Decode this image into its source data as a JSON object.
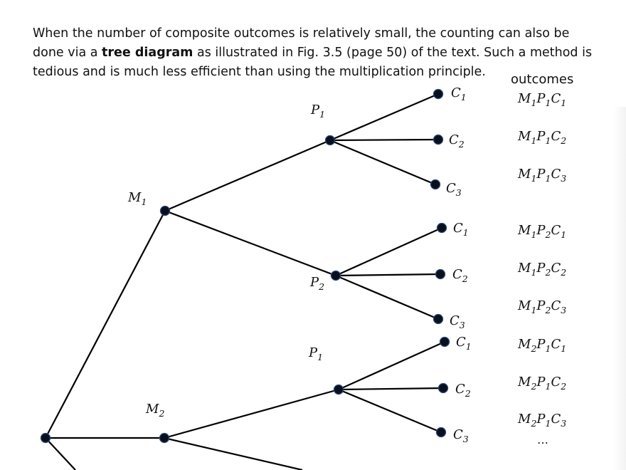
{
  "intro": {
    "pre": "When the number of composite outcomes is relatively small, the counting can also be done via a ",
    "bold": "tree diagram",
    "post": " as illustrated in Fig. 3.5 (page 50) of the text. Such a method is tedious and is much less efficient than using the multiplication principle."
  },
  "outcomes_heading": "outcomes",
  "ellipsis": "…",
  "tree": {
    "labels": [
      {
        "key": "M1",
        "base": "M",
        "sub": "1"
      },
      {
        "key": "M2",
        "base": "M",
        "sub": "2"
      },
      {
        "key": "M1P1",
        "base": "P",
        "sub": "1"
      },
      {
        "key": "M1P2",
        "base": "P",
        "sub": "2"
      },
      {
        "key": "M2P1",
        "base": "P",
        "sub": "1"
      },
      {
        "key": "M1P1C1",
        "base": "C",
        "sub": "1"
      },
      {
        "key": "M1P1C2",
        "base": "C",
        "sub": "2"
      },
      {
        "key": "M1P1C3",
        "base": "C",
        "sub": "3"
      },
      {
        "key": "M1P2C1",
        "base": "C",
        "sub": "1"
      },
      {
        "key": "M1P2C2",
        "base": "C",
        "sub": "2"
      },
      {
        "key": "M1P2C3",
        "base": "C",
        "sub": "3"
      },
      {
        "key": "M2P1C1",
        "base": "C",
        "sub": "1"
      },
      {
        "key": "M2P1C2",
        "base": "C",
        "sub": "2"
      },
      {
        "key": "M2P1C3",
        "base": "C",
        "sub": "3"
      }
    ]
  },
  "outcomes": [
    [
      [
        "M",
        "1"
      ],
      [
        "P",
        "1"
      ],
      [
        "C",
        "1"
      ]
    ],
    [
      [
        "M",
        "1"
      ],
      [
        "P",
        "1"
      ],
      [
        "C",
        "2"
      ]
    ],
    [
      [
        "M",
        "1"
      ],
      [
        "P",
        "1"
      ],
      [
        "C",
        "3"
      ]
    ],
    [
      [
        "M",
        "1"
      ],
      [
        "P",
        "2"
      ],
      [
        "C",
        "1"
      ]
    ],
    [
      [
        "M",
        "1"
      ],
      [
        "P",
        "2"
      ],
      [
        "C",
        "2"
      ]
    ],
    [
      [
        "M",
        "1"
      ],
      [
        "P",
        "2"
      ],
      [
        "C",
        "3"
      ]
    ],
    [
      [
        "M",
        "2"
      ],
      [
        "P",
        "1"
      ],
      [
        "C",
        "1"
      ]
    ],
    [
      [
        "M",
        "2"
      ],
      [
        "P",
        "1"
      ],
      [
        "C",
        "2"
      ]
    ],
    [
      [
        "M",
        "2"
      ],
      [
        "P",
        "1"
      ],
      [
        "C",
        "3"
      ]
    ]
  ]
}
